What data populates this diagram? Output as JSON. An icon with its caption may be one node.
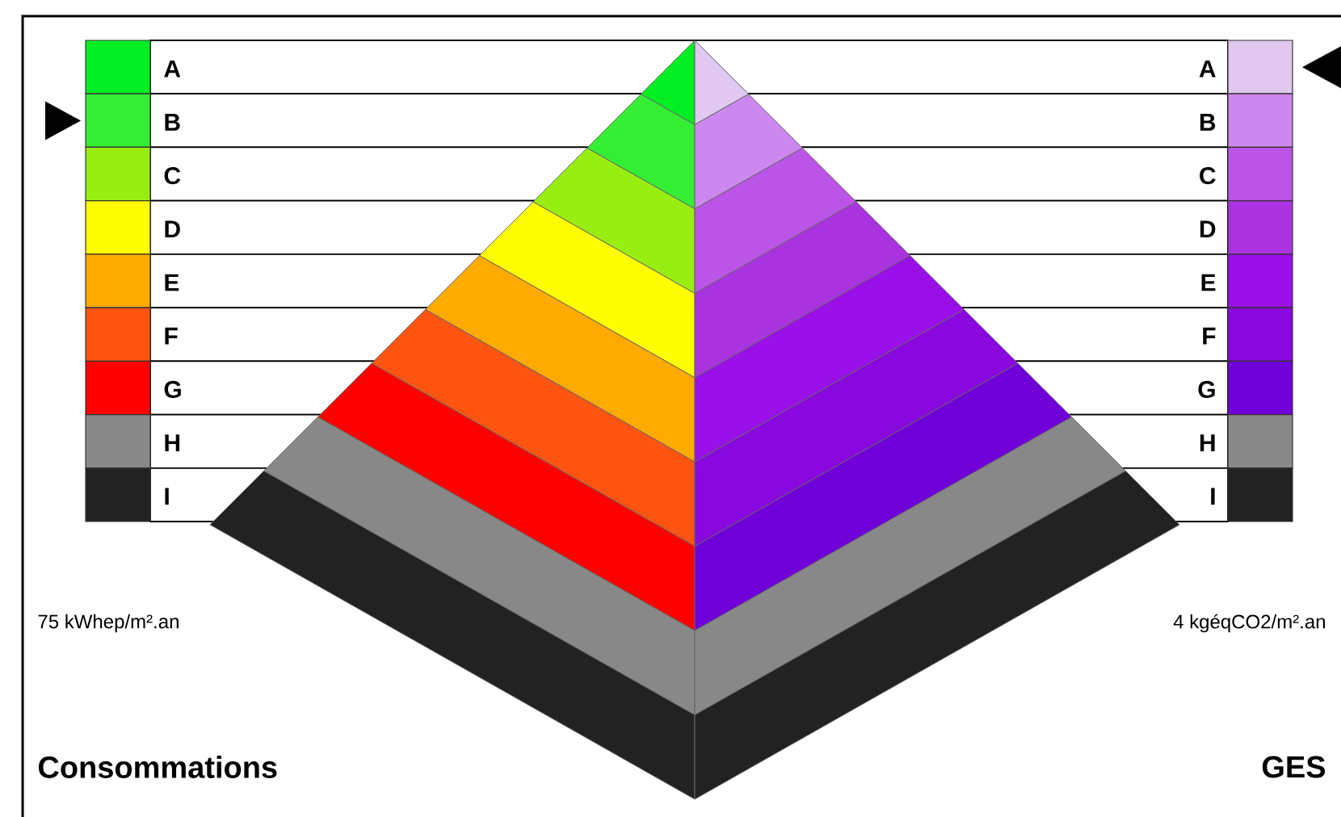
{
  "diagram": {
    "labels": [
      "75 kWhep/m².an",
      "4 kgéqCO2/m².an",
      "Consommations",
      "GES"
    ],
    "legend": [
      {
        "text": "A",
        "color": "#00ee22"
      },
      {
        "text": "B",
        "color": "#33ee33"
      },
      {
        "text": "C",
        "color": "#99ee11"
      },
      {
        "text": "D",
        "color": "#ffff00"
      },
      {
        "text": "E",
        "color": "#ffaa00"
      },
      {
        "text": "F",
        "color": "#ff5511"
      },
      {
        "text": "G",
        "color": "#ff0000"
      },
      {
        "text": "H",
        "color": "#888888"
      },
      {
        "text": "I",
        "color": "#222222"
      },
      {
        "text": "A",
        "color": "#e0c8f0"
      },
      {
        "text": "B",
        "color": "#cc88ee"
      },
      {
        "text": "C",
        "color": "#bb55e8"
      },
      {
        "text": "D",
        "color": "#aa33e0"
      },
      {
        "text": "E",
        "color": "#9910e8"
      },
      {
        "text": "F",
        "color": "#8808dd"
      },
      {
        "text": "G",
        "color": "#7000d8"
      },
      {
        "text": "H",
        "color": "#888888"
      },
      {
        "text": "I",
        "color": "#222222"
      }
    ]
  }
}
